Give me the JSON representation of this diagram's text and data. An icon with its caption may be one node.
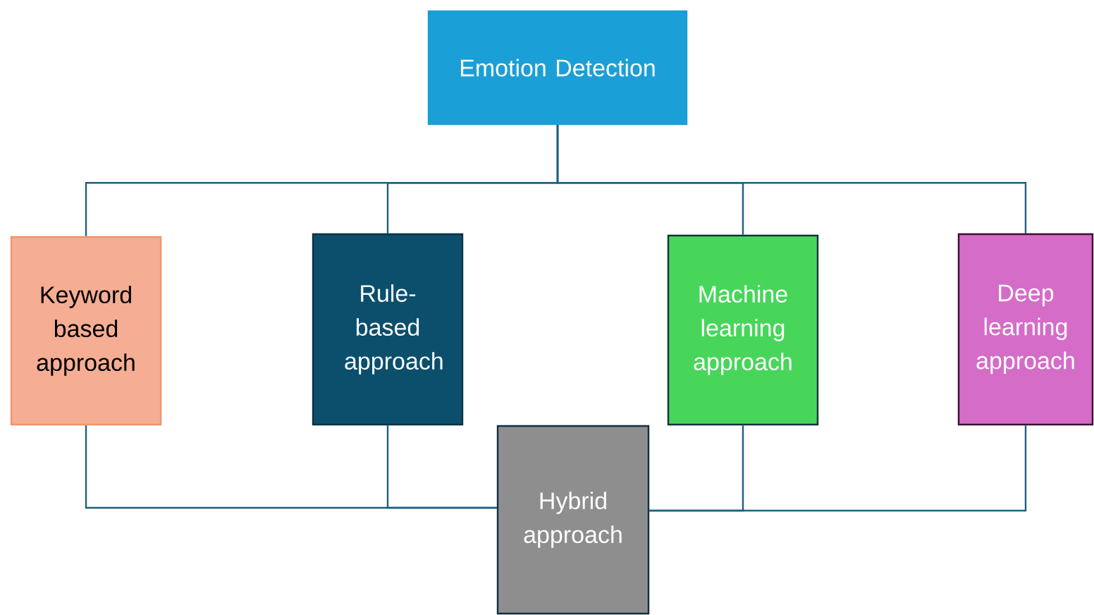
{
  "diagram": {
    "nodes": [
      {
        "text": [
          "Emotion Detection"
        ]
      },
      {
        "text": [
          "Keyword based approach"
        ]
      },
      {
        "text": [
          "Rule-based approach"
        ]
      },
      {
        "text": [
          "Machine learning approach"
        ]
      },
      {
        "text": [
          "Deep learning approach"
        ]
      },
      {
        "text": [
          "Hybrid approach"
        ]
      }
    ],
    "edges": [
      {
        "from": 0,
        "to": 1,
        "arrow": "none"
      },
      {
        "from": 0,
        "to": 2,
        "arrow": "none"
      },
      {
        "from": 0,
        "to": 3,
        "arrow": "none"
      },
      {
        "from": 0,
        "to": 4,
        "arrow": "none"
      },
      {
        "from": 1,
        "to": 5,
        "arrow": "none"
      },
      {
        "from": 2,
        "to": 5,
        "arrow": "none"
      },
      {
        "from": 3,
        "to": 5,
        "arrow": "none"
      },
      {
        "from": 4,
        "to": 5,
        "arrow": "none"
      }
    ]
  }
}
